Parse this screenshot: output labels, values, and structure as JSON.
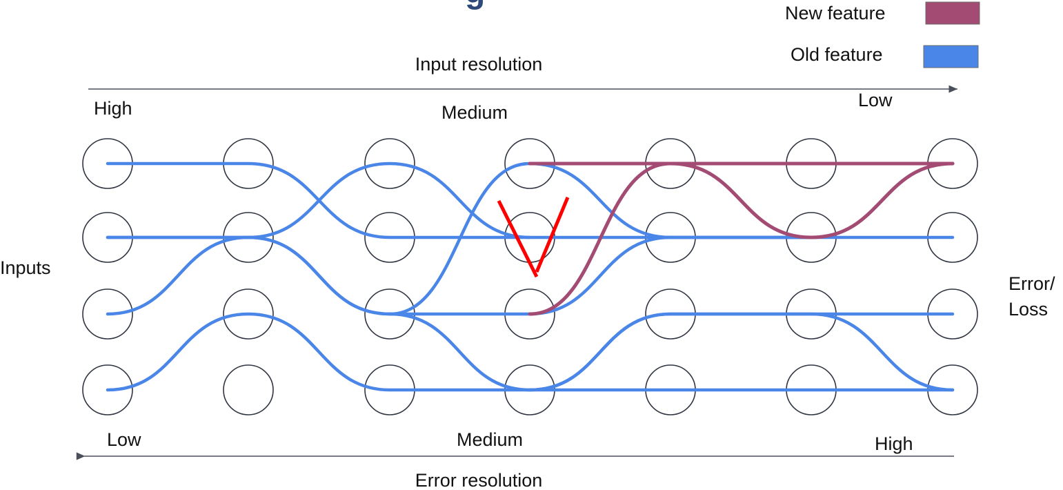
{
  "title_fragment": "g",
  "legend": {
    "items": [
      {
        "label": "New feature",
        "color": "#a34b73"
      },
      {
        "label": "Old feature",
        "color": "#4a86e8"
      }
    ]
  },
  "top_axis": {
    "label": "Input resolution",
    "ticks": [
      "High",
      "Medium",
      "Low"
    ]
  },
  "bottom_axis": {
    "label": "Error resolution",
    "ticks": [
      "Low",
      "Medium",
      "High"
    ]
  },
  "side_labels": {
    "left": "Inputs",
    "right_line1": "Error/",
    "right_line2": "Loss"
  },
  "colors": {
    "old_feature": "#4a86e8",
    "new_feature": "#a34b73",
    "removed_mark": "#ff0000",
    "node_stroke": "#2e3440",
    "axis": "#4a4f5a",
    "title": "#2f4a7a"
  },
  "grid": {
    "columns": 7,
    "rows": 4
  },
  "connections": [
    {
      "feature": "old",
      "nodes": [
        [
          0,
          0
        ],
        [
          1,
          0
        ],
        [
          2,
          1
        ],
        [
          3,
          1
        ]
      ]
    },
    {
      "feature": "old",
      "nodes": [
        [
          0,
          1
        ],
        [
          1,
          1
        ],
        [
          2,
          2
        ],
        [
          3,
          3
        ],
        [
          4,
          3
        ],
        [
          5,
          3
        ],
        [
          6,
          3
        ]
      ]
    },
    {
      "feature": "old",
      "nodes": [
        [
          0,
          2
        ],
        [
          1,
          1
        ],
        [
          2,
          0
        ],
        [
          3,
          1
        ],
        [
          4,
          1
        ],
        [
          5,
          1
        ],
        [
          6,
          0
        ]
      ]
    },
    {
      "feature": "old",
      "nodes": [
        [
          0,
          3
        ],
        [
          1,
          2
        ],
        [
          2,
          3
        ],
        [
          3,
          3
        ]
      ]
    },
    {
      "feature": "old",
      "nodes": [
        [
          0,
          1
        ],
        [
          1,
          1
        ],
        [
          2,
          2
        ],
        [
          3,
          2
        ],
        [
          4,
          1
        ],
        [
          5,
          1
        ],
        [
          6,
          1
        ]
      ]
    },
    {
      "feature": "old",
      "nodes": [
        [
          2,
          2
        ],
        [
          3,
          0
        ],
        [
          4,
          1
        ],
        [
          5,
          1
        ],
        [
          6,
          0
        ]
      ]
    },
    {
      "feature": "old",
      "nodes": [
        [
          3,
          3
        ],
        [
          4,
          2
        ],
        [
          5,
          2
        ],
        [
          6,
          3
        ]
      ]
    },
    {
      "feature": "old",
      "nodes": [
        [
          3,
          3
        ],
        [
          4,
          2
        ],
        [
          5,
          2
        ],
        [
          6,
          2
        ]
      ]
    },
    {
      "feature": "new",
      "nodes": [
        [
          3,
          0
        ],
        [
          4,
          0
        ],
        [
          5,
          0
        ],
        [
          6,
          0
        ]
      ]
    },
    {
      "feature": "new",
      "nodes": [
        [
          3,
          2
        ],
        [
          4,
          0
        ],
        [
          5,
          1
        ],
        [
          6,
          0
        ]
      ]
    }
  ],
  "removed_node": [
    3,
    1
  ]
}
